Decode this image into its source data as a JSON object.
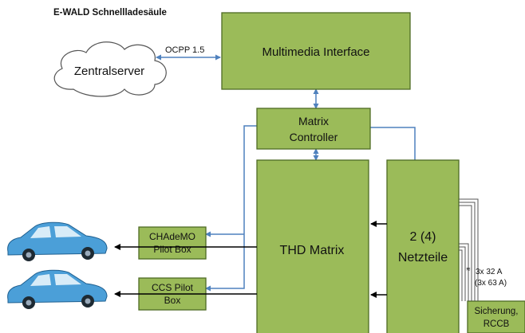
{
  "title": "E-WALD Schnellladesäule",
  "cloud_label": "Zentralserver",
  "link_label": "OCPP 1.5",
  "boxes": {
    "multimedia": "Multimedia Interface",
    "matrix_controller": [
      "Matrix",
      "Controller"
    ],
    "thd_matrix": "THD Matrix",
    "netzteile": [
      "2 (4)",
      "Netzteile"
    ],
    "chademo": [
      "CHAdeMO",
      "Pilot Box"
    ],
    "ccs": [
      "CCS Pilot",
      "Box"
    ],
    "sicherung": [
      "Sicherung,",
      "RCCB"
    ]
  },
  "supply_label": [
    "3x 32 A",
    "(3x 63 A)"
  ],
  "colors": {
    "box_fill": "#9bbb59",
    "box_border": "#4e6b24",
    "signal_line": "#4f81bd",
    "power_line": "#000000",
    "car": "#4b9fd8"
  },
  "icons": [
    "cloud-icon",
    "car-icon",
    "car-icon"
  ]
}
